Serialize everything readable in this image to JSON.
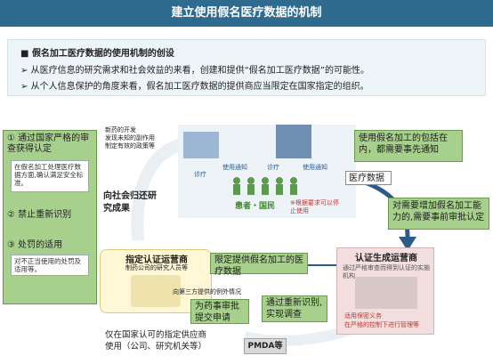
{
  "title": "建立使用假名医疗数据的机制",
  "intro": {
    "heading_marker": "■",
    "heading": "假名加工医疗数据的使用机制的创设",
    "bullet_marker": "➢",
    "bullets": [
      "从医疗信息的研究需求和社会效益的来看，创建和提供“假名加工医疗数据”的可能性。",
      "从个人信息保护的角度来看，假名加工医疗数据的提供商应当限定在国家指定的组织。"
    ]
  },
  "left_panel": {
    "item1": "① 通过国家严格的审查获得认定",
    "item1_sub": "在假名加工处理医疗数据方面,确认满足安全标准。",
    "item2": "② 禁止重新识别",
    "item3": "③ 处罚的适用",
    "item3_sub": "对不正当使用的处罚及适用等。"
  },
  "top_notes": [
    "新药的开发",
    "发现未知的副作用",
    "制定有效的政策等"
  ],
  "top_right_label": "使用假名加工的包括在内，都需要事先通知",
  "hospital_labels": {
    "diagnosis1": "诊疗",
    "notify1": "使用通知",
    "diagnosis2": "诊疗",
    "notify2": "使用通知",
    "patients": "患者・国民",
    "stop_request": "※根据要求可以停止使用"
  },
  "medical_data_label": "医疗数据",
  "social_return": "向社会归还研究成果",
  "right_approval": "对需要增加假名加工能力的,需要事前审批认定",
  "certified_operator": {
    "title": "认证生成运营商",
    "note": "通过严格审查而得到认证的实施机构",
    "bullets": [
      "适用保密义务",
      "在严格的控制下进行管理等"
    ]
  },
  "designated_operator": {
    "title": "指定认证运营商",
    "subtitle": "制药公司的研究人员等"
  },
  "provide_label": "限定提供假名加工的医疗数据",
  "third_party_label": "向第三方提供的例外情况",
  "pharma_submit": "为药事审批提交申请",
  "reidentify": "通过重新识别,实现调查",
  "pmda": "PMDA等",
  "bottom_note": "仅在国家认可的指定供应商使用（公司、研究机关等）",
  "colors": {
    "title_bg": "#2f6a8f",
    "green": "#a8d08d",
    "arrow_blue": "#2c5b8a",
    "pink": "#f2dede"
  }
}
